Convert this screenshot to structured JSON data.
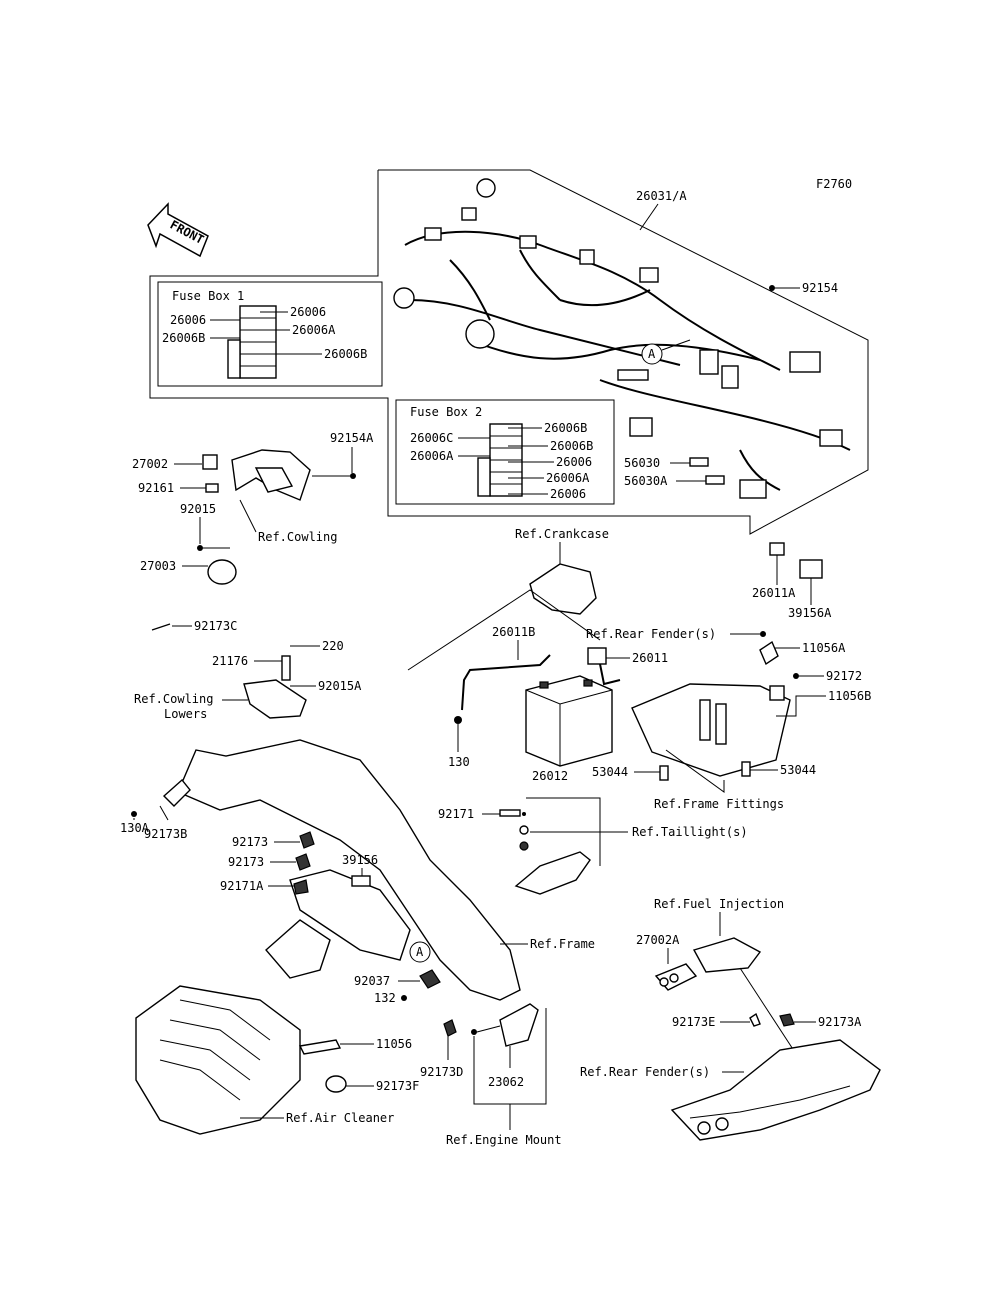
{
  "figure_code": "F2760",
  "front_label": "FRONT",
  "circle_ref": "A",
  "fuse_box_1": {
    "title": "Fuse Box 1",
    "labels": [
      "26006",
      "26006",
      "26006A",
      "26006B",
      "26006B"
    ]
  },
  "fuse_box_2": {
    "title": "Fuse Box 2",
    "labels": [
      "26006B",
      "26006C",
      "26006B",
      "26006A",
      "26006",
      "26006A",
      "26006"
    ]
  },
  "parts": {
    "p26031A": "26031/A",
    "p92154": "92154",
    "p56030": "56030",
    "p56030A": "56030A",
    "p26011A": "26011A",
    "p39156A": "39156A",
    "p92154A": "92154A",
    "p27002": "27002",
    "p92161": "92161",
    "p92015": "92015",
    "p27003": "27003",
    "p92173C": "92173C",
    "p220": "220",
    "p21176": "21176",
    "p92015A": "92015A",
    "p26011B": "26011B",
    "p26011": "26011",
    "p11056A": "11056A",
    "p92172": "92172",
    "p11056B": "11056B",
    "p130": "130",
    "p26012": "26012",
    "p53044a": "53044",
    "p53044b": "53044",
    "p130A": "130A",
    "p92173B": "92173B",
    "p92171": "92171",
    "p92173a": "92173",
    "p92173b": "92173",
    "p39156": "39156",
    "p92171A": "92171A",
    "p27002A": "27002A",
    "p92173E": "92173E",
    "p92173A": "92173A",
    "p92037": "92037",
    "p132": "132",
    "p11056": "11056",
    "p92173F": "92173F",
    "p92173D": "92173D",
    "p23062": "23062"
  },
  "refs": {
    "cowling": "Ref.Cowling",
    "crankcase": "Ref.Crankcase",
    "rear_fender_1": "Ref.Rear Fender(s)",
    "cowling_lowers_1": "Ref.Cowling",
    "cowling_lowers_2": "Lowers",
    "frame_fittings": "Ref.Frame Fittings",
    "taillight": "Ref.Taillight(s)",
    "fuel_injection": "Ref.Fuel Injection",
    "frame": "Ref.Frame",
    "rear_fender_2": "Ref.Rear Fender(s)",
    "air_cleaner": "Ref.Air Cleaner",
    "engine_mount": "Ref.Engine Mount"
  }
}
